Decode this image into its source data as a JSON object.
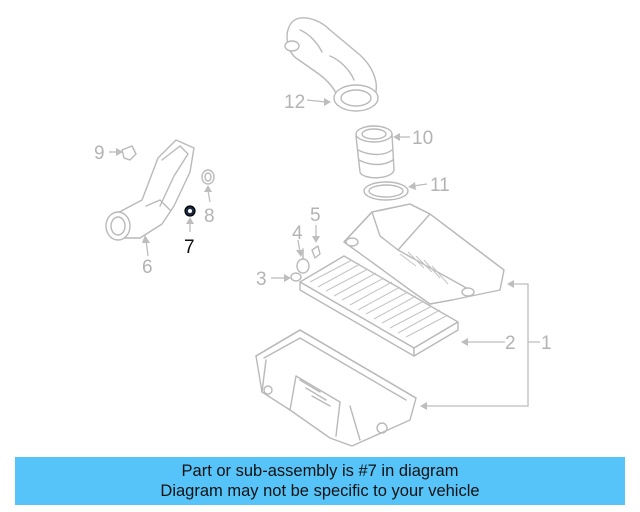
{
  "diagram": {
    "callouts": {
      "c1": "1",
      "c2": "2",
      "c3": "3",
      "c4": "4",
      "c5": "5",
      "c6": "6",
      "c7": "7",
      "c8": "8",
      "c9": "9",
      "c10": "10",
      "c11": "11",
      "c12": "12"
    },
    "highlighted_part": "7",
    "colors": {
      "highlight": "#1c2a44",
      "parts": "#b9b9b9",
      "banner": "#56c4f9"
    }
  },
  "banner": {
    "line1": "Part or sub-assembly is #7 in diagram",
    "line2": "Diagram may not be specific to your vehicle"
  }
}
